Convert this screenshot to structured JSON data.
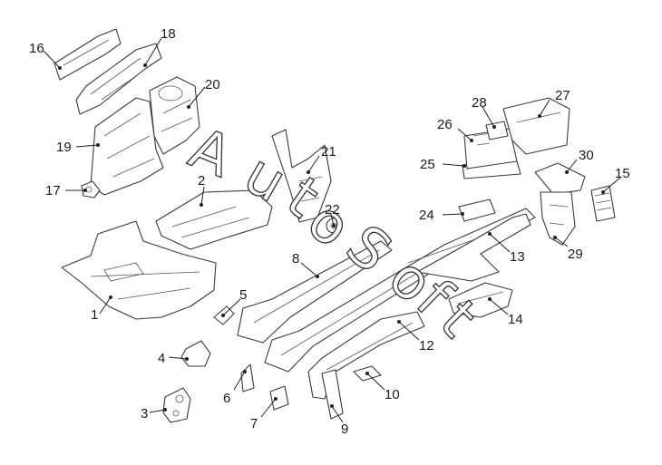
{
  "watermark": {
    "text": "AutoSoft",
    "letters": [
      "A",
      "u",
      "t",
      "o",
      "S",
      "o",
      "f",
      "t"
    ]
  },
  "callouts": [
    "1",
    "2",
    "3",
    "4",
    "5",
    "6",
    "7",
    "8",
    "9",
    "10",
    "12",
    "13",
    "14",
    "15",
    "16",
    "17",
    "18",
    "19",
    "20",
    "21",
    "22",
    "24",
    "25",
    "26",
    "27",
    "28",
    "29",
    "30"
  ],
  "colors": {
    "line": "#3a3a3a",
    "label": "#1a1a1a",
    "background": "#ffffff"
  }
}
